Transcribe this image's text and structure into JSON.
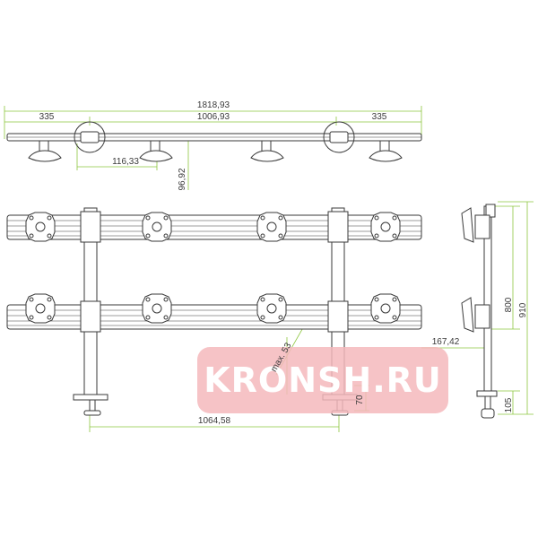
{
  "colors": {
    "dimension_line": "#8dc63f",
    "outline": "#3a3a3a",
    "part_fill": "#ffffff",
    "watermark_bg": "#f4b8bc",
    "watermark_text": "#ffffff"
  },
  "dimensions": {
    "total_width": "1818,93",
    "left_overhang": "335",
    "center_span": "1006,93",
    "right_overhang": "335",
    "arm_offset": "116,33",
    "mount_depth": "96,92",
    "max_adjust": "max. 53",
    "clamp_height": "70",
    "pole_spacing": "1064,58",
    "height_800": "800",
    "height_910": "910",
    "bar_depth": "167,42",
    "base_105": "105"
  },
  "watermark": {
    "text": "KRONSH.RU"
  }
}
